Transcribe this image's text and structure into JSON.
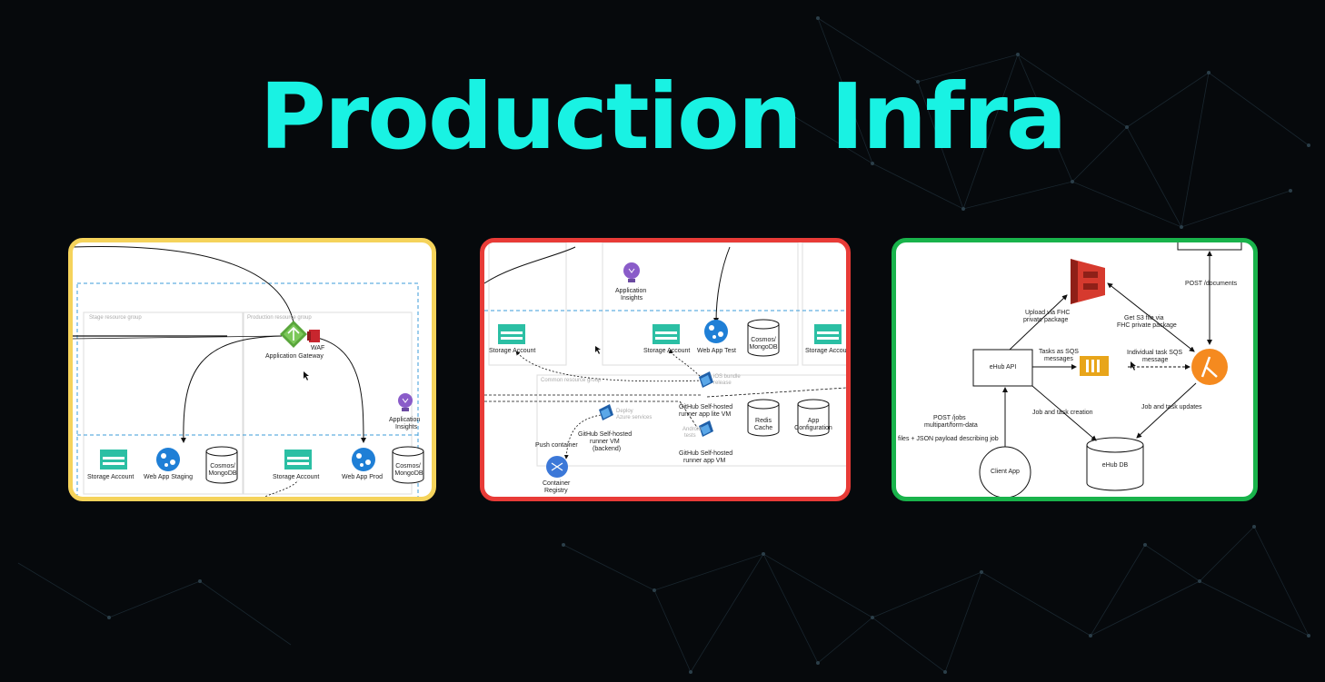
{
  "title": "Production Infra",
  "panel_azure_waf": {
    "group_stage": "Stage resource group",
    "group_prod": "Production resource group",
    "waf": "WAF",
    "app_gateway": "Application Gateway",
    "app_insights_l1": "Application",
    "app_insights_l2": "Insights",
    "storage_account_stage": "Storage Account",
    "web_app_staging": "Web App Staging",
    "cosmos_stage_l1": "Cosmos/",
    "cosmos_stage_l2": "MongoDB",
    "storage_account_prod": "Storage Account",
    "web_app_prod": "Web App Prod",
    "cosmos_prod_l1": "Cosmos/",
    "cosmos_prod_l2": "MongoDB"
  },
  "panel_azure_runners": {
    "app_insights_l1": "Application",
    "app_insights_l2": "Insights",
    "storage_account_left": "Storage Account",
    "storage_account_mid": "Storage Account",
    "web_app_test": "Web App Test",
    "cosmos_l1": "Cosmos/",
    "cosmos_l2": "MongoDB",
    "storage_account_right": "Storage Accou",
    "common_group": "Common resource group",
    "ios_bundle_l1": "iOS bundle",
    "ios_bundle_l2": "release",
    "runner_lite_l1": "GitHub Self-hosted",
    "runner_lite_l2": "runner app lite VM",
    "redis_l1": "Redis",
    "redis_l2": "Cache",
    "app_config_l1": "App",
    "app_config_l2": "Configuration",
    "deploy_l1": "Deploy",
    "deploy_l2": "Azure services",
    "runner_backend_l1": "GitHub Self-hosted",
    "runner_backend_l2": "runner VM",
    "runner_backend_l3": "(backend)",
    "android_l1": "Android",
    "android_l2": "tests",
    "runner_app_l1": "GitHub Self-hosted",
    "runner_app_l2": "runner app VM",
    "push_container": "Push container",
    "registry_l1": "Container",
    "registry_l2": "Registry"
  },
  "panel_aws": {
    "post_documents": "POST /documents",
    "upload_l1": "Upload via FHC",
    "upload_l2": "private package",
    "get_s3_l1": "Get S3 file via",
    "get_s3_l2": "FHC private package",
    "ehub_api": "eHub API",
    "tasks_sqs_l1": "Tasks as SQS",
    "tasks_sqs_l2": "messages",
    "individual_l1": "Individual task SQS",
    "individual_l2": "message",
    "job_task_creation": "Job and task creation",
    "job_task_updates": "Job and task updates",
    "post_jobs_l1": "POST /jobs",
    "post_jobs_l2": "multipart/form-data",
    "files_payload": "files + JSON payload describing job",
    "client_app": "Client App",
    "ehub_db": "eHub DB"
  },
  "colors": {
    "title": "#19f2e3",
    "border_azure_waf": "#f5d35b",
    "border_azure_runners": "#e83b37",
    "border_aws": "#19b34b",
    "azure_blue": "#1f7fd6",
    "storage_teal": "#2bbfa4",
    "s3_red": "#d63a2e",
    "sqs_orange": "#e8a51a",
    "lambda_orange": "#f58a1f",
    "insights_purple": "#8a5cc9"
  }
}
